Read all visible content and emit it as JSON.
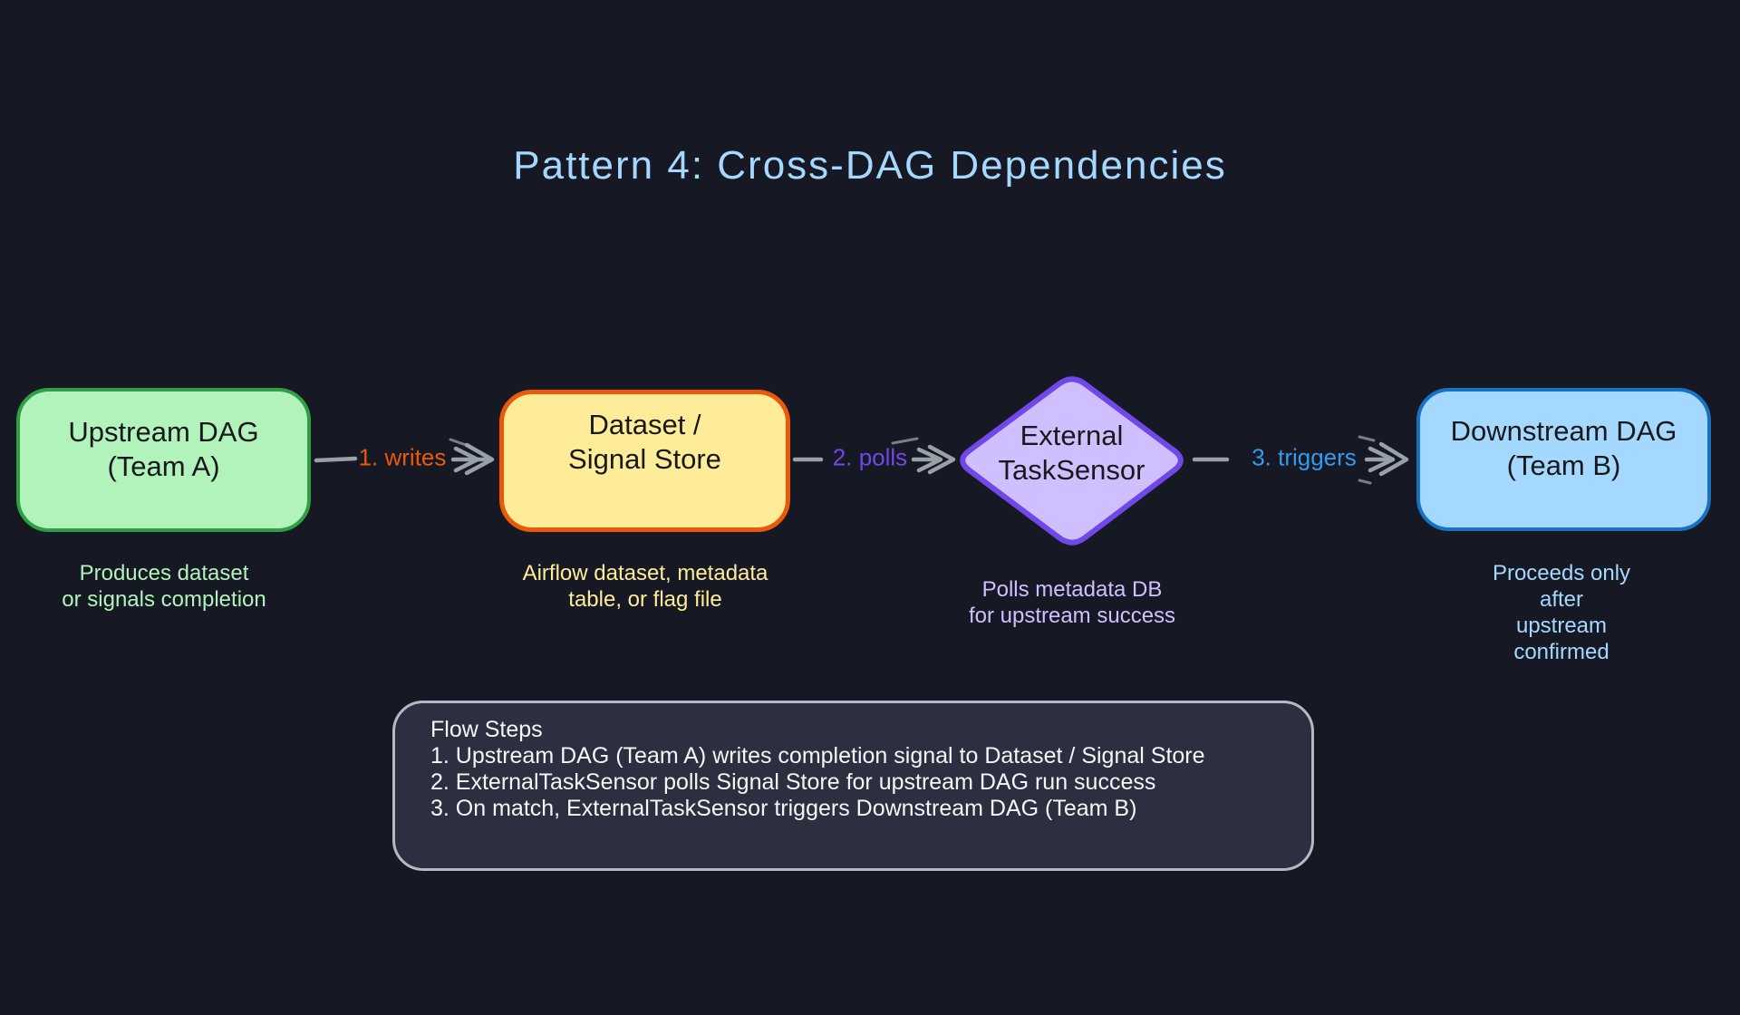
{
  "title": "Pattern 4: Cross-DAG Dependencies",
  "nodes": [
    {
      "id": "upstream-dag",
      "shape": "rectangle",
      "label": [
        "Upstream DAG",
        "(Team A)"
      ],
      "caption": [
        "Produces dataset",
        "or signals completion"
      ],
      "fill": "#b2f2bb",
      "border": "#2f9e44"
    },
    {
      "id": "signal-store",
      "shape": "rectangle",
      "label": [
        "Dataset /",
        "Signal Store"
      ],
      "caption": [
        "Airflow dataset, metadata",
        "table, or flag file"
      ],
      "fill": "#ffec99",
      "border": "#e8590c"
    },
    {
      "id": "external-task-sensor",
      "shape": "diamond",
      "label": [
        "External",
        "TaskSensor"
      ],
      "caption": [
        "Polls metadata DB",
        "for upstream success"
      ],
      "fill": "#d0bfff",
      "border": "#7048e8"
    },
    {
      "id": "downstream-dag",
      "shape": "rectangle",
      "label": [
        "Downstream DAG",
        "(Team B)"
      ],
      "caption": [
        "Proceeds only after",
        "upstream confirmed"
      ],
      "fill": "#a5d8ff",
      "border": "#1971c2"
    }
  ],
  "edges": [
    {
      "from": "upstream-dag",
      "to": "signal-store",
      "label": "1. writes",
      "color": "#e8590c"
    },
    {
      "from": "signal-store",
      "to": "external-task-sensor",
      "label": "2. polls",
      "color": "#7048e8"
    },
    {
      "from": "external-task-sensor",
      "to": "downstream-dag",
      "label": "3. triggers",
      "color": "#339af0"
    }
  ],
  "flow_steps": {
    "heading": "Flow Steps",
    "steps": [
      "1. Upstream DAG (Team A) writes completion signal to Dataset / Signal Store",
      "2. ExternalTaskSensor polls Signal Store for upstream DAG run success",
      "3. On match, ExternalTaskSensor triggers Downstream DAG (Team B)"
    ]
  },
  "colors": {
    "background": "#161923",
    "title_text": "#a5d8ff",
    "arrow": "#98a0a8",
    "flow_box_fill": "#2b2f40",
    "flow_box_border": "#b4bac2",
    "node_text": "#17191c"
  }
}
